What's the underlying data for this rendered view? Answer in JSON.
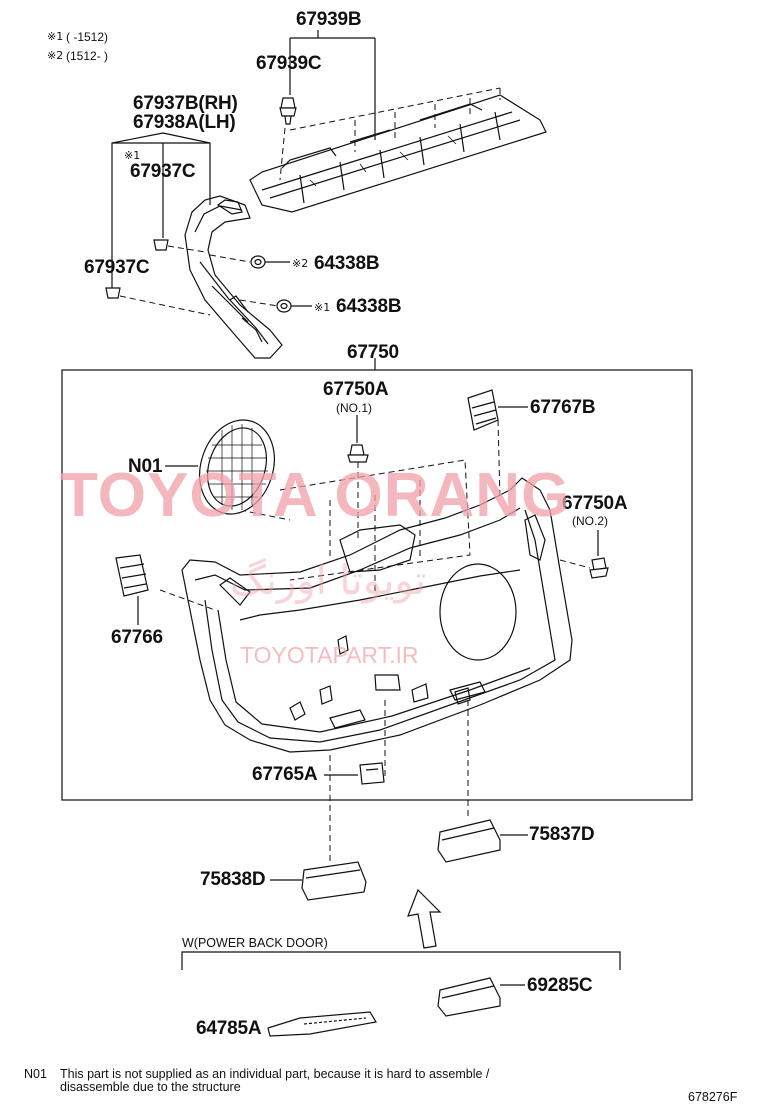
{
  "footnotes": {
    "fn1_symbol": "※1",
    "fn1_text": "(      -1512)",
    "fn2_symbol": "※2",
    "fn2_text": "(1512-      )"
  },
  "parts": {
    "p67939B": "67939B",
    "p67939C": "67939C",
    "p67937B": "67937B(RH)",
    "p67938A": "67938A(LH)",
    "p67937C_a": "67937C",
    "p67937C_b": "67937C",
    "p64338B_a": "64338B",
    "p64338B_b": "64338B",
    "p67750": "67750",
    "p67750A_a": "67750A",
    "no1": "(NO.1)",
    "p67767B": "67767B",
    "n01": "N01",
    "p67750A_b": "67750A",
    "no2": "(NO.2)",
    "p67766": "67766",
    "p67765A": "67765A",
    "p75837D": "75837D",
    "p75838D": "75838D",
    "p69285C": "69285C",
    "p64785A": "64785A"
  },
  "marks": {
    "m1": "※1",
    "m2": "※2",
    "m3": "※1"
  },
  "group_label": "W(POWER BACK DOOR)",
  "note": {
    "code": "N01",
    "line1": "This part is not supplied as an individual part, because it is hard to assemble /",
    "line2": "disassemble due to the structure"
  },
  "diagram_id": "678276F",
  "watermarks": {
    "main": "TOYOTA ORANG",
    "persian": "تویوتا اورنگ",
    "site": "TOYOTAPART.IR"
  },
  "colors": {
    "line": "#111111",
    "watermark": "#f0a0a8"
  }
}
